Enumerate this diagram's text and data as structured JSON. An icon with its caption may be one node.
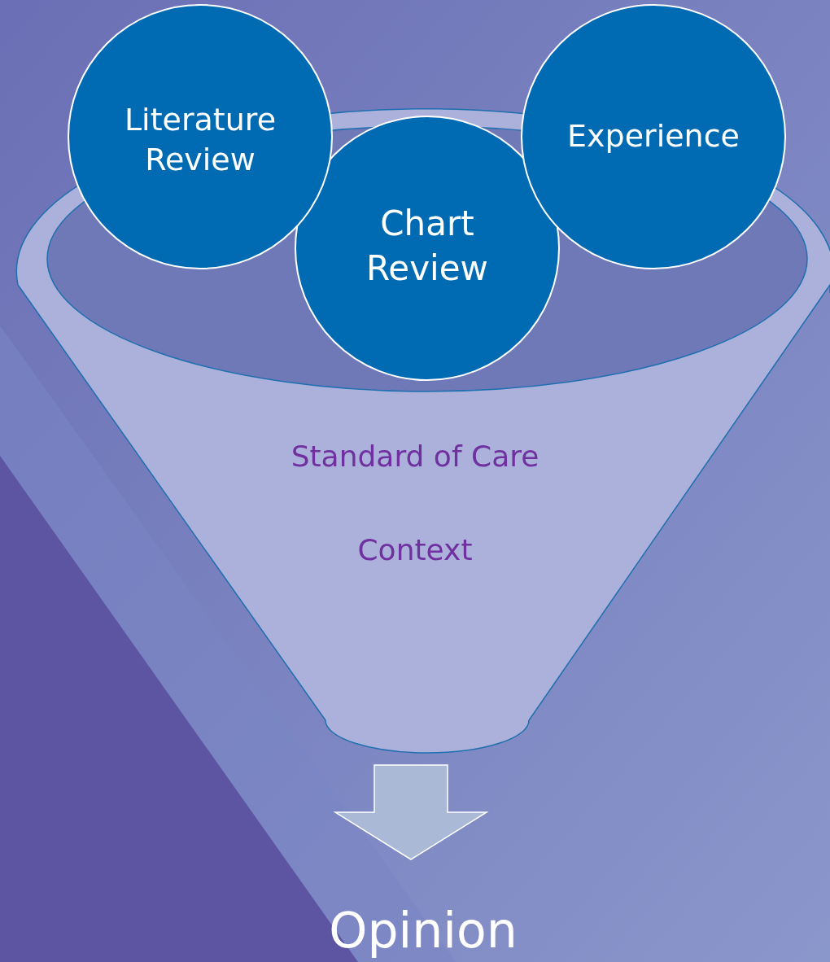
{
  "diagram": {
    "nodes": [
      {
        "text": [
          "Literature Review"
        ]
      },
      {
        "text": [
          "Chart Review"
        ],
        "in": 3
      },
      {
        "text": [
          "Experience"
        ]
      },
      {
        "text": [
          "Standard of Care",
          "Context"
        ]
      },
      {
        "text": [
          "Opinion"
        ]
      }
    ],
    "edges": [
      {
        "from": 3,
        "to": 4,
        "arrow": "to"
      }
    ]
  }
}
